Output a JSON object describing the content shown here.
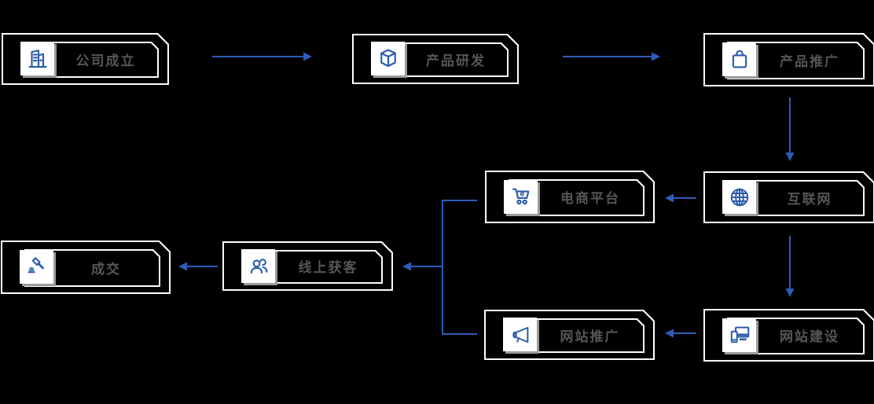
{
  "colors": {
    "background": "#000000",
    "box_border": "#ffffff",
    "icon_blue": "#2a5caa",
    "label_gray": "#565656",
    "arrow_blue": "#2e5cb8",
    "icon_bg": "#ffffff",
    "icon_shadow": "#9b9b9b"
  },
  "nodes": [
    {
      "label": "公司成立",
      "icon": "building-icon"
    },
    {
      "label": "产品研发",
      "icon": "cube-icon"
    },
    {
      "label": "产品推广",
      "icon": "shopping-bag-icon"
    },
    {
      "label": "互联网",
      "icon": "globe-icon"
    },
    {
      "label": "电商平台",
      "icon": "ecommerce-cart-icon",
      "icon_letter": "e"
    },
    {
      "label": "网站建设",
      "icon": "devices-icon"
    },
    {
      "label": "网站推广",
      "icon": "megaphone-icon"
    },
    {
      "label": "线上获客",
      "icon": "users-icon"
    },
    {
      "label": "成交",
      "icon": "gavel-icon"
    }
  ],
  "connections": [
    {
      "from": "公司成立",
      "to": "产品研发"
    },
    {
      "from": "产品研发",
      "to": "产品推广"
    },
    {
      "from": "产品推广",
      "to": "互联网"
    },
    {
      "from": "互联网",
      "to": "电商平台"
    },
    {
      "from": "互联网",
      "to": "网站建设"
    },
    {
      "from": "网站建设",
      "to": "网站推广"
    },
    {
      "from": "电商平台",
      "to": "线上获客"
    },
    {
      "from": "网站推广",
      "to": "线上获客"
    },
    {
      "from": "线上获客",
      "to": "成交"
    }
  ]
}
